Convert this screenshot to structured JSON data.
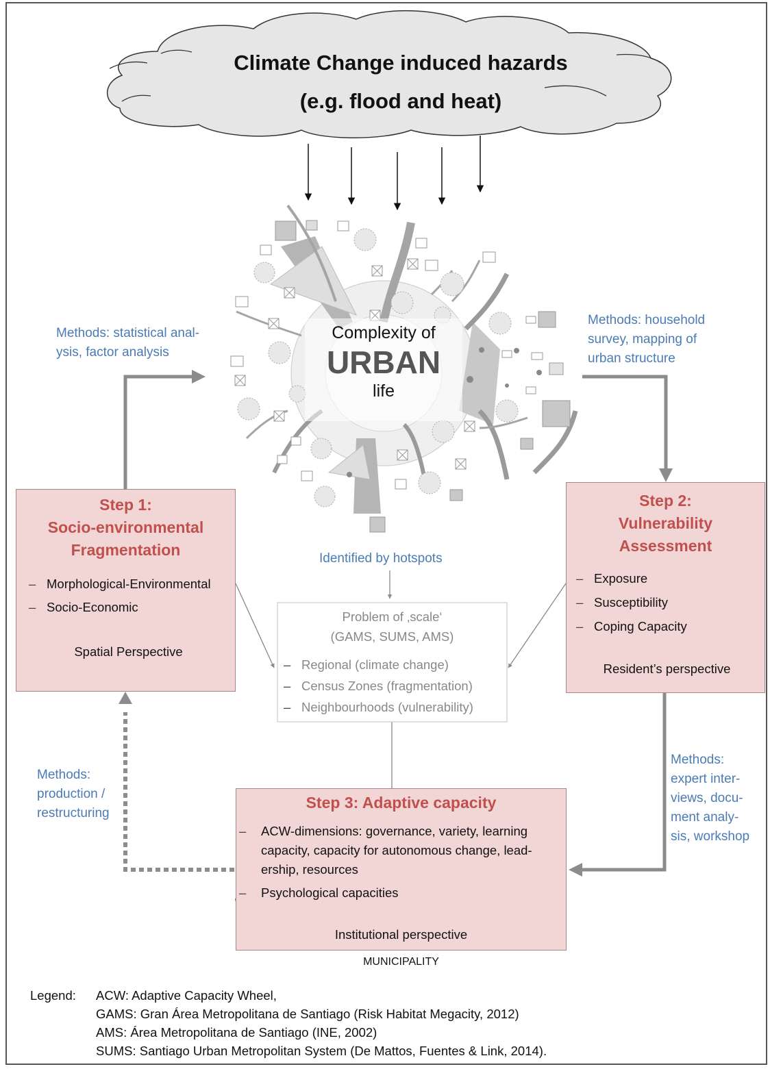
{
  "cloud": {
    "line1": "Climate Change induced hazards",
    "line2": "(e.g. flood and heat)"
  },
  "center": {
    "line1": "Complexity of",
    "line2": "URBAN",
    "line3": "life"
  },
  "methods_left": {
    "line1": "Methods: statistical anal-",
    "line2": "ysis, factor analysis"
  },
  "methods_right": {
    "line1": "Methods: household",
    "line2": "survey, mapping of",
    "line3": "urban structure"
  },
  "step1": {
    "title1": "Step 1:",
    "title2": "Socio-environmental",
    "title3": "Fragmentation",
    "items": [
      "Morphological-Environmental",
      "Socio-Economic"
    ],
    "perspective": "Spatial Perspective"
  },
  "step2": {
    "title1": "Step 2:",
    "title2": "Vulnerability",
    "title3": "Assessment",
    "items": [
      "Exposure",
      "Susceptibility",
      "Coping Capacity"
    ],
    "perspective": "Resident’s perspective"
  },
  "hotspots": "Identified by hotspots",
  "scale_box": {
    "title1": "Problem of ‚scale‘",
    "title2": "(GAMS, SUMS, AMS)",
    "items": [
      "Regional (climate change)",
      "Census Zones (fragmentation)",
      "Neighbourhoods (vulnerability)"
    ]
  },
  "methods_bottom_left": {
    "line1": "Methods:",
    "line2": "production /",
    "line3": "restructuring"
  },
  "methods_bottom_right": {
    "line1": "Methods:",
    "line2": "expert inter-",
    "line3": "views, docu-",
    "line4": "ment analy-",
    "line5": "sis, workshop"
  },
  "step3": {
    "title": "Step 3: Adaptive capacity",
    "item1_line1": "ACW-dimensions: governance, variety, learning",
    "item1_line2": "capacity, capacity for autonomous change, lead-",
    "item1_line3": "ership, resources",
    "item2": "Psychological capacities",
    "perspective": "Institutional perspective"
  },
  "municipality": "MUNICIPALITY",
  "legend": {
    "label": "Legend:",
    "lines": [
      "ACW: Adaptive Capacity Wheel,",
      "GAMS: Gran Área Metropolitana de  Santiago (Risk Habitat Megacity, 2012)",
      "AMS: Área Metropolitana de Santiago (INE, 2002)",
      "SUMS: Santiago Urban Metropolitan System (De Mattos, Fuentes & Link, 2014)."
    ]
  },
  "colors": {
    "step_fill": "#f2d6d6",
    "step_title": "#c0504d",
    "methods_text": "#4a7bb5",
    "arrow_grey": "#8c8c8c"
  }
}
